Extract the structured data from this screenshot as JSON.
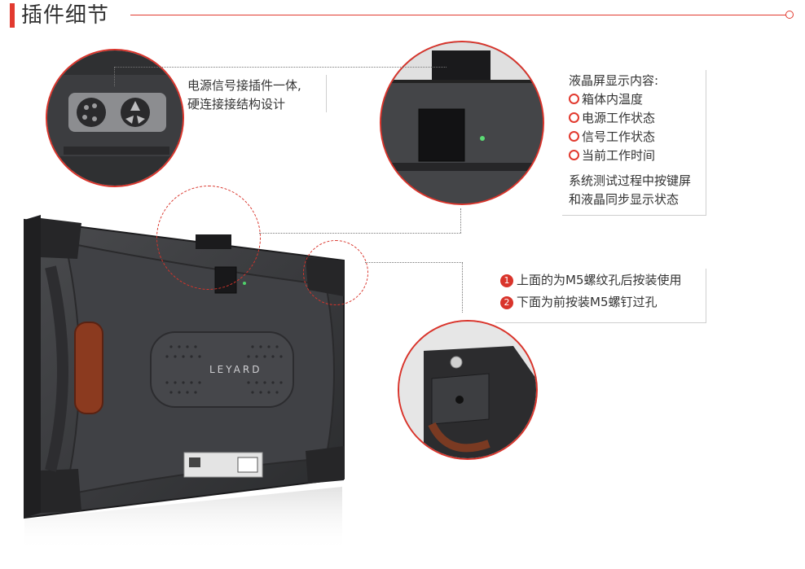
{
  "title": "插件细节",
  "callouts": {
    "connector": {
      "line1": "电源信号接插件一体,",
      "line2": "硬连接接结构设计"
    },
    "lcd": {
      "heading": "液晶屏显示内容:",
      "items": [
        "箱体内温度",
        "电源工作状态",
        "信号工作状态",
        "当前工作时间"
      ],
      "note_line1": "系统测试过程中按键屏",
      "note_line2": "和液晶同步显示状态"
    },
    "screws": {
      "items": [
        {
          "num": "1",
          "text": "上面的为M5螺纹孔后按装使用"
        },
        {
          "num": "2",
          "text": "下面为前按装M5螺钉过孔"
        }
      ]
    }
  },
  "panel": {
    "logo": "LEYARD"
  },
  "colors": {
    "accent": "#e23a2f",
    "panel": "#3c3d40",
    "panel_dark": "#232325"
  }
}
